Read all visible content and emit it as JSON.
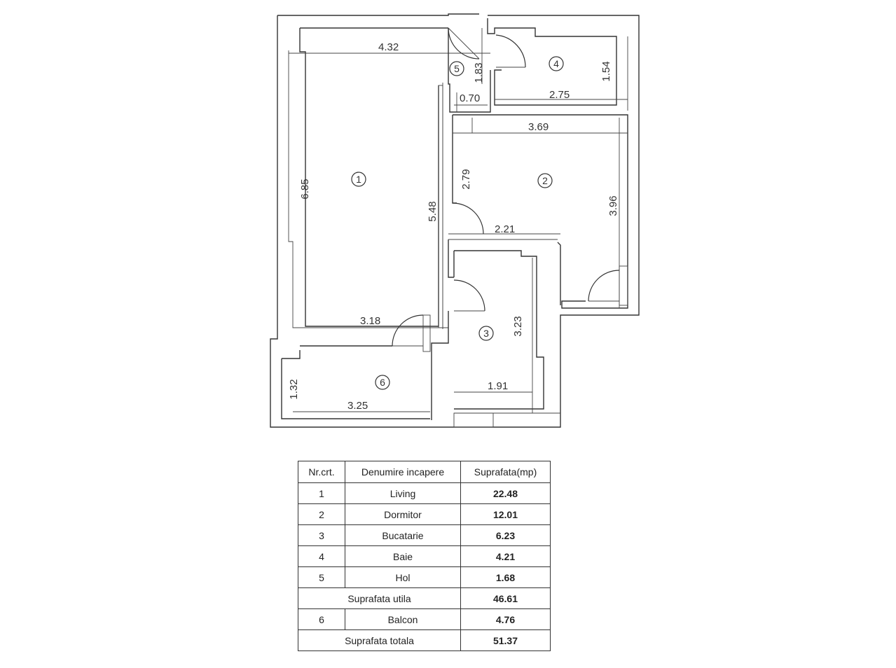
{
  "plan": {
    "dimensions": {
      "living_width": "4.32",
      "living_length": "6.85",
      "living_wall": "5.48",
      "living_bottom": "3.18",
      "hall_height": "1.83",
      "hall_width": "0.70",
      "bath_width": "2.75",
      "bath_height": "1.54",
      "bedroom_width": "3.69",
      "bedroom_side": "2.79",
      "bedroom_length": "3.96",
      "bedroom_bottom": "2.21",
      "kitchen_length": "3.23",
      "kitchen_width": "1.91",
      "balcony_height": "1.32",
      "balcony_width": "3.25"
    },
    "room_markers": [
      "1",
      "2",
      "3",
      "4",
      "5",
      "6"
    ]
  },
  "table": {
    "headers": [
      "Nr.crt.",
      "Denumire incapere",
      "Suprafata(mp)"
    ],
    "rows": [
      {
        "nr": "1",
        "name": "Living",
        "area": "22.48"
      },
      {
        "nr": "2",
        "name": "Dormitor",
        "area": "12.01"
      },
      {
        "nr": "3",
        "name": "Bucatarie",
        "area": "6.23"
      },
      {
        "nr": "4",
        "name": "Baie",
        "area": "4.21"
      },
      {
        "nr": "5",
        "name": "Hol",
        "area": "1.68"
      }
    ],
    "useful_label": "Suprafata utila",
    "useful_value": "46.61",
    "balcony": {
      "nr": "6",
      "name": "Balcon",
      "area": "4.76"
    },
    "total_label": "Suprafata totala",
    "total_value": "51.37"
  }
}
